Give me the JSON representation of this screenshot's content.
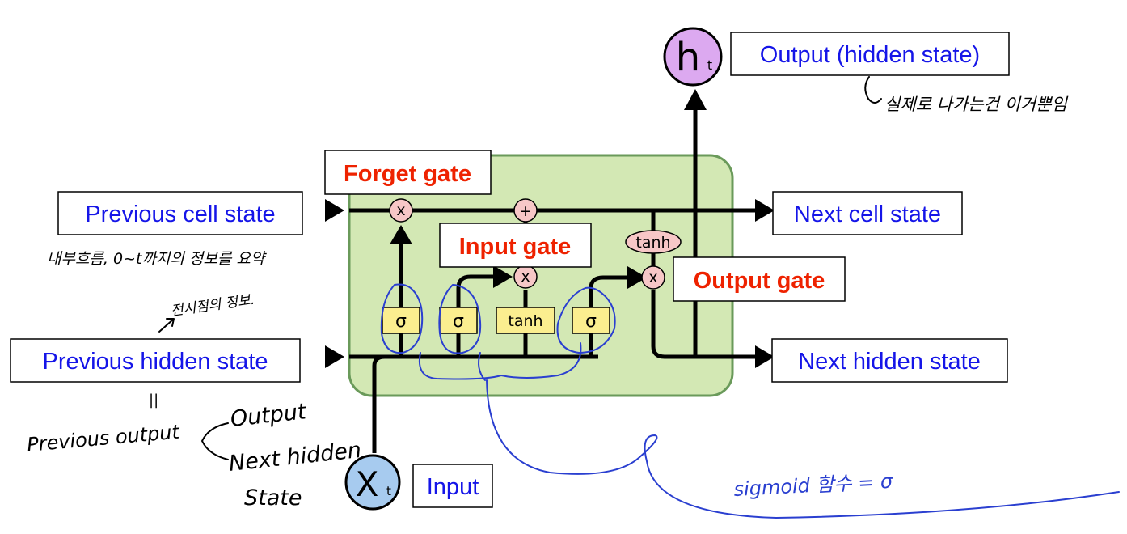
{
  "colors": {
    "cell_fill": "#d3e8b4",
    "cell_border": "#6a9a5a",
    "label_blue": "#1515e8",
    "gate_red": "#ee2200",
    "pointwise_op": "#f7c7c7",
    "nn_layer": "#fbee8f",
    "h_node": "#dca9f0",
    "x_node": "#a7cbef",
    "pen_blue": "#2a3fd0"
  },
  "labels": {
    "output": "Output (hidden state)",
    "previous_cell_state": "Previous cell state",
    "next_cell_state": "Next cell state",
    "previous_hidden_state": "Previous hidden state",
    "next_hidden_state": "Next hidden state",
    "input": "Input"
  },
  "gates": {
    "forget": "Forget gate",
    "input": "Input gate",
    "output": "Output gate"
  },
  "nodes": {
    "h_main": "h",
    "h_sub": "t",
    "x_main": "X",
    "x_sub": "t"
  },
  "operators": {
    "multiply": "x",
    "add": "+",
    "tanh": "tanh"
  },
  "layers": {
    "sigma": "σ",
    "tanh": "tanh"
  },
  "handwritten": {
    "output_note": "실제로 나가는건 이거뿐임",
    "cell_note": "내부흐름, 0~t까지의 정보를 요약",
    "hidden_note": "전시점의 정보.",
    "equals": "||",
    "prev_output": "Previous output",
    "branch_output": "Output",
    "branch_next_hidden": "Next hidden",
    "branch_state": "State",
    "sigmoid_note": "sigmoid 함수 = σ"
  }
}
